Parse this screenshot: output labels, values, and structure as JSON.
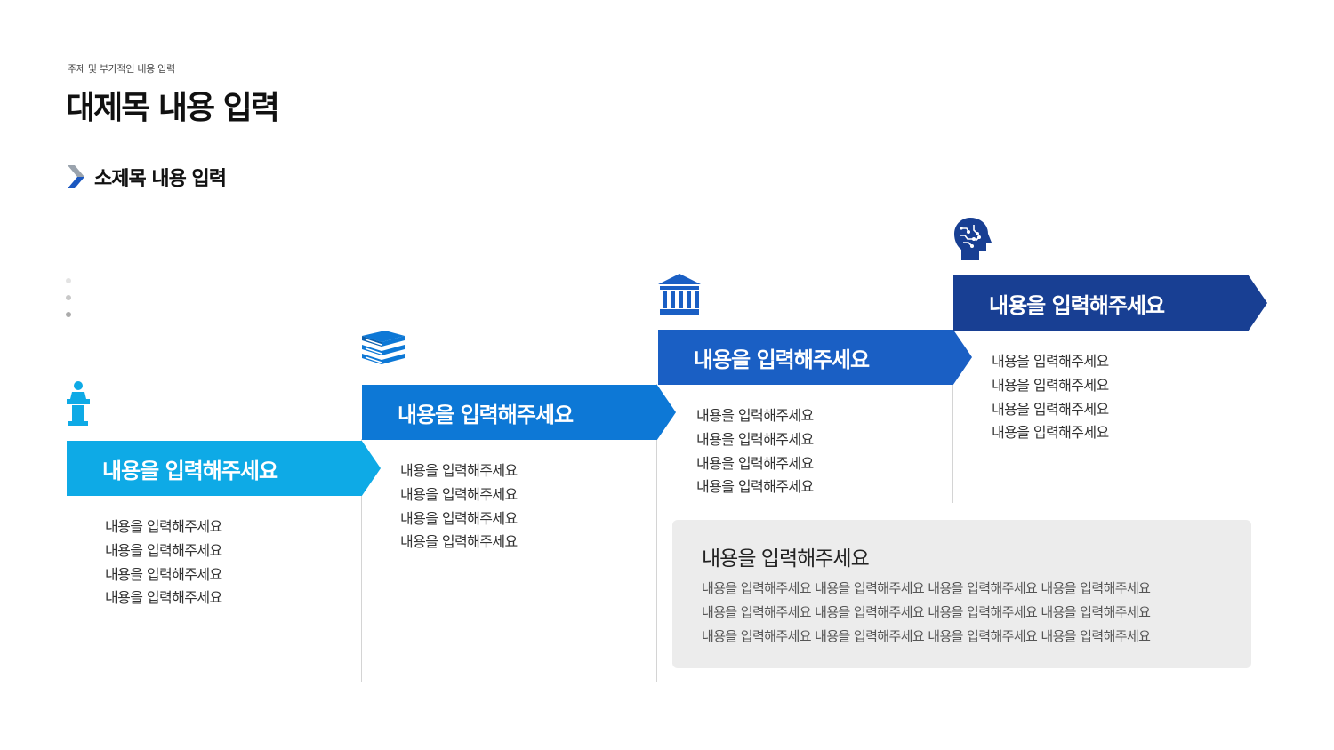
{
  "header": {
    "subtitle": "주제 및 부가적인 내용 입력",
    "title": "대제목 내용 입력",
    "section_label": "소제목 내용 입력"
  },
  "colors": {
    "step1": "#0eaae6",
    "step2": "#0d78d6",
    "step3": "#1a5fc4",
    "step4": "#183f93"
  },
  "steps": [
    {
      "icon": "podium-speaker-icon",
      "heading": "내용을 입력해주세요",
      "lines": [
        "내용을 입력해주세요",
        "내용을 입력해주세요",
        "내용을 입력해주세요",
        "내용을 입력해주세요"
      ]
    },
    {
      "icon": "books-stack-icon",
      "heading": "내용을 입력해주세요",
      "lines": [
        "내용을 입력해주세요",
        "내용을 입력해주세요",
        "내용을 입력해주세요",
        "내용을 입력해주세요"
      ]
    },
    {
      "icon": "bank-building-icon",
      "heading": "내용을 입력해주세요",
      "lines": [
        "내용을 입력해주세요",
        "내용을 입력해주세요",
        "내용을 입력해주세요",
        "내용을 입력해주세요"
      ]
    },
    {
      "icon": "ai-head-brain-icon",
      "heading": "내용을 입력해주세요",
      "lines": [
        "내용을 입력해주세요",
        "내용을 입력해주세요",
        "내용을 입력해주세요",
        "내용을 입력해주세요"
      ]
    }
  ],
  "note": {
    "title": "내용을 입력해주세요",
    "lines": [
      "내용을 입력해주세요 내용을 입력해주세요 내용을 입력해주세요 내용을 입력해주세요",
      "내용을 입력해주세요 내용을 입력해주세요 내용을 입력해주세요 내용을 입력해주세요",
      "내용을 입력해주세요 내용을 입력해주세요 내용을 입력해주세요 내용을 입력해주세요"
    ]
  }
}
